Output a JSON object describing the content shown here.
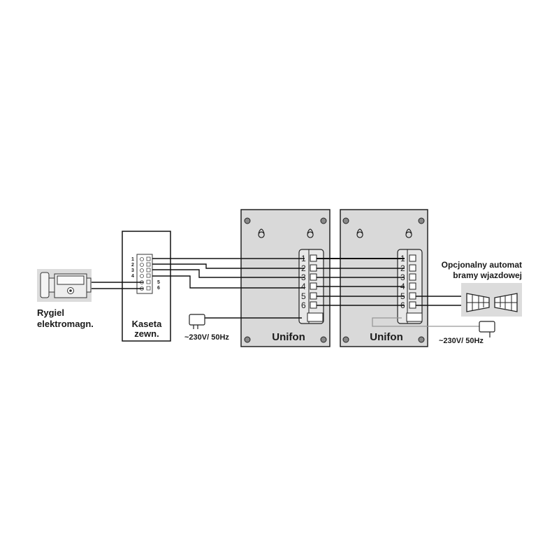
{
  "labels": {
    "lock": [
      "Rygiel",
      "elektromagn."
    ],
    "outdoor_station": [
      "Kaseta",
      "zewn."
    ],
    "unit1": "Unifon",
    "unit2": "Unifon",
    "power_left": "~230V/ 50Hz",
    "power_right": "~230V/ 50Hz",
    "gate": [
      "Opcjonalny automat",
      "bramy wjazdowej"
    ]
  },
  "terminals": {
    "station": [
      "1",
      "2",
      "3",
      "4",
      "5",
      "6"
    ],
    "unit": [
      "1",
      "2",
      "3",
      "4",
      "5",
      "6"
    ]
  },
  "colors": {
    "line": "#111111",
    "panel": "#dcdcdc",
    "unit_body": "#d9d9d9",
    "gray_wire": "#999999"
  }
}
